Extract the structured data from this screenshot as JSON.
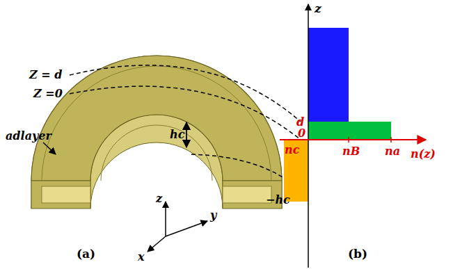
{
  "diagram": {
    "labels": [
      "Z = d",
      "Z =0",
      "adlayer",
      "hc",
      "z",
      "y",
      "x",
      "(a)",
      "z",
      "d",
      "0",
      "nB",
      "na",
      "n(z)",
      "nc",
      "−hc",
      "(b)"
    ]
  }
}
